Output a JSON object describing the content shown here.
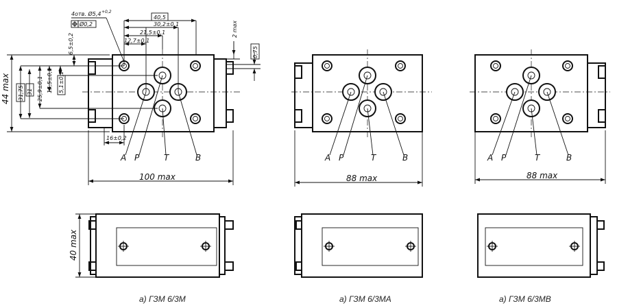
{
  "views": {
    "a": {
      "overall_width": "100 max",
      "overall_height": "44 max",
      "side_height": "40 max",
      "caption": "а) ГЗМ 6/3М",
      "ports": [
        "A",
        "P",
        "T",
        "B"
      ],
      "dimensions": {
        "holes": "4отв. Ø5,4",
        "holes_tol": "+0,2",
        "position_tol": "Ø0,2",
        "d40_5": "40,5",
        "d30_2": "30,2±0,1",
        "d21_5": "21,5±0,1",
        "d12_7": "12,7±0,1",
        "d6_5": "6,5±0,2",
        "d2max": "2 max",
        "d0_75": "0,75",
        "d31_75": "31,75",
        "d31": "31",
        "d25_9": "25,9±0,1",
        "d15_5": "15,5±0,1",
        "d5_1": "5,1±0,1",
        "d16": "16±0,2"
      }
    },
    "b": {
      "overall_width": "88 max",
      "caption": "а) ГЗМ 6/3МА",
      "ports": [
        "A",
        "P",
        "T",
        "B"
      ]
    },
    "c": {
      "overall_width": "88 max",
      "caption": "а) ГЗМ 6/3МВ",
      "ports": [
        "A",
        "P",
        "T",
        "B"
      ]
    }
  }
}
